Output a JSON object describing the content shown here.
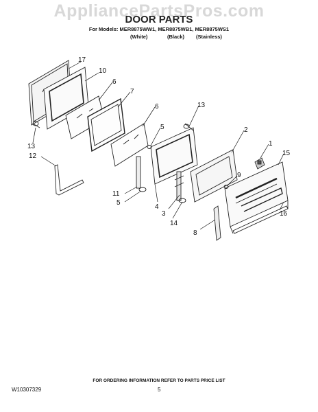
{
  "watermark": "AppliancePartsPros.com",
  "title": "DOOR PARTS",
  "models": "For Models: MER8875WW1, MER8875WB1, MER8875WS1",
  "variants": [
    "(White)",
    "(Black)",
    "(Stainless)"
  ],
  "callouts": [
    "17",
    "10",
    "6",
    "7",
    "6",
    "13",
    "5",
    "2",
    "1",
    "15",
    "9",
    "13",
    "12",
    "11",
    "5",
    "4",
    "3",
    "14",
    "8",
    "16"
  ],
  "footer_note": "FOR ORDERING INFORMATION REFER TO PARTS PRICE LIST",
  "doc_id": "W10307329",
  "page_number": "5"
}
